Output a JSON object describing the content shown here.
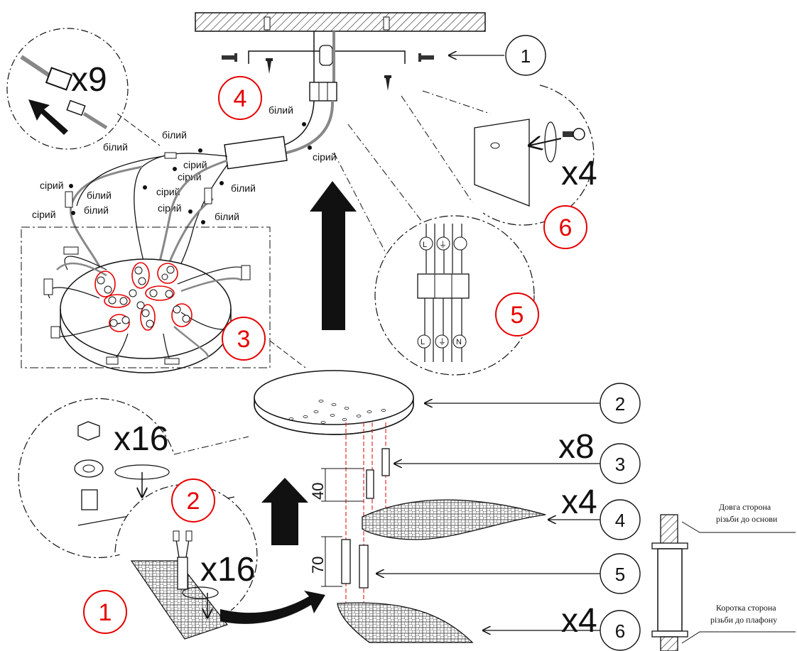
{
  "wire_labels": {
    "white": "білий",
    "grey": "сірий"
  },
  "multipliers": {
    "connectors": "x9",
    "screws": "x4",
    "nuts": "x16",
    "mount_nuts": "x16",
    "spacers": "x8",
    "panel_upper": "x4",
    "panel_lower": "x4"
  },
  "callouts_black": [
    "1",
    "2",
    "3",
    "4",
    "5",
    "6"
  ],
  "callouts_red": [
    "1",
    "2",
    "3",
    "4",
    "5",
    "6"
  ],
  "terminal_marks": {
    "top": [
      "L",
      "⏚",
      ""
    ],
    "bottom": [
      "L",
      "⏚",
      "N"
    ]
  },
  "dimensions": {
    "short_spacer": "40",
    "long_spacer": "70"
  },
  "notes": {
    "long_side": [
      "Довга сторона",
      "різьби до основи"
    ],
    "short_side": [
      "Коротка сторона",
      "різьби до плафону"
    ]
  },
  "colors": {
    "accent_red": "#e60000",
    "line": "#111111"
  }
}
